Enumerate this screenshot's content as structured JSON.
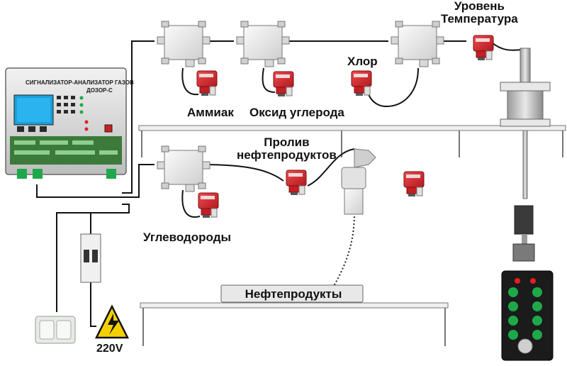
{
  "controller": {
    "title": "СИГНАЛИЗАТОР-АНАЛИЗАТОР ГАЗОВ",
    "model": "ДОЗОР-С"
  },
  "sensors": {
    "ammonia": "Аммиак",
    "co": "Оксид углерода",
    "chlorine": "Хлор",
    "level_temp": "Уровень\nТемпература",
    "hydrocarbons": "Углеводороды",
    "spill": "Пролив\nнефтепродуктов"
  },
  "tank": {
    "label": "Нефтепродукты"
  },
  "power": {
    "voltage": "220V"
  },
  "colors": {
    "sensor_red": "#d8262b",
    "panel_bg": "#1b1b1b",
    "led_green": "#1ea84a",
    "led_red": "#e02020",
    "warning_yellow": "#f5d000"
  }
}
